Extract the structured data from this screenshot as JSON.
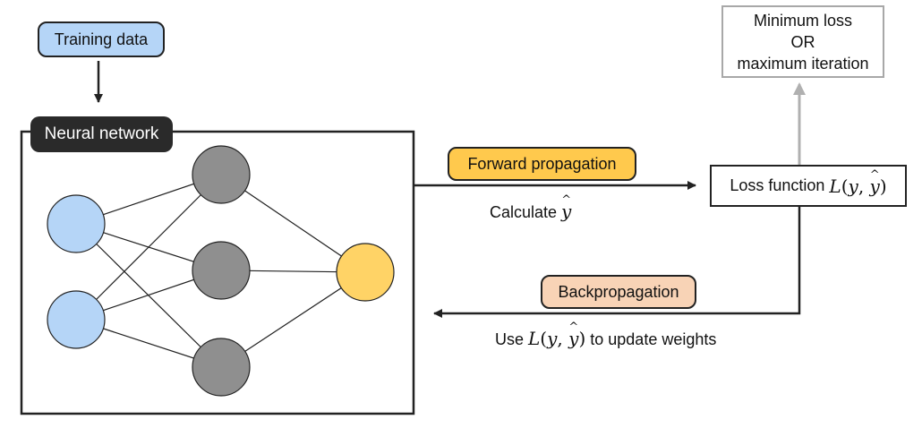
{
  "training_data": {
    "label": "Training data",
    "fill": "#b5d5f7"
  },
  "network": {
    "label": "Neural network",
    "input_color": "#b5d5f7",
    "hidden_color": "#8f8f8f",
    "output_color": "#ffd366"
  },
  "forward": {
    "label": "Forward propagation",
    "fill": "#ffc94d",
    "note_prefix": "Calculate ",
    "note_symbol": "y"
  },
  "loss": {
    "label_prefix": "Loss function ",
    "fn_name": "L",
    "fn_args_open": "(",
    "arg_y": "y",
    "sep": ", ",
    "arg_yhat": "y",
    "fn_args_close": ")"
  },
  "stop": {
    "line1": "Minimum loss",
    "line2": "OR",
    "line3": "maximum iteration"
  },
  "backprop": {
    "label": "Backpropagation",
    "fill": "#f8d3b6",
    "note_prefix": "Use ",
    "note_suffix": " to update weights"
  }
}
